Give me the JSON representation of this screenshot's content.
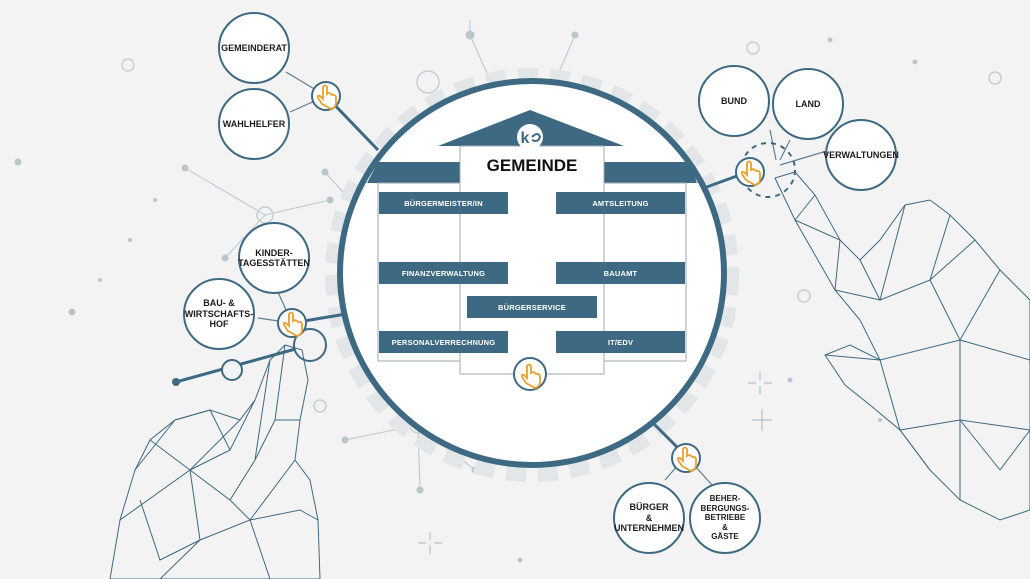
{
  "title": "GEMEINDE",
  "logo_text": "k",
  "departments": {
    "buergermeister": "BÜRGERMEISTER/IN",
    "amtsleitung": "AMTSLEITUNG",
    "finanzverwaltung": "FINANZVERWALTUNG",
    "bauamt": "BAUAMT",
    "buergerservice": "BÜRGERSERVICE",
    "personalverrechnung": "PERSONALVERRECHNUNG",
    "itedv": "IT/EDV"
  },
  "nodes": {
    "gemeinderat": "GEMEINDERAT",
    "wahlhelfer": "WAHLHELFER",
    "kindertagesstaetten": "KINDER-\nTAGESSTÄTTEN",
    "bauhof": "BAU- &\nWIRTSCHAFTS-\nHOF",
    "bund": "BUND",
    "land": "LAND",
    "verwaltungen": "VERWALTUNGEN",
    "buerger": "BÜRGER\n&\nUNTERNEHMEN",
    "beherbergung": "BEHER-\nBERGUNGS-\nBETRIEBE\n&\nGÄSTE"
  },
  "colors": {
    "primary": "#3d6a82",
    "accent": "#e8a02a",
    "background": "#f3f3f4",
    "line": "#9fb4c0"
  }
}
